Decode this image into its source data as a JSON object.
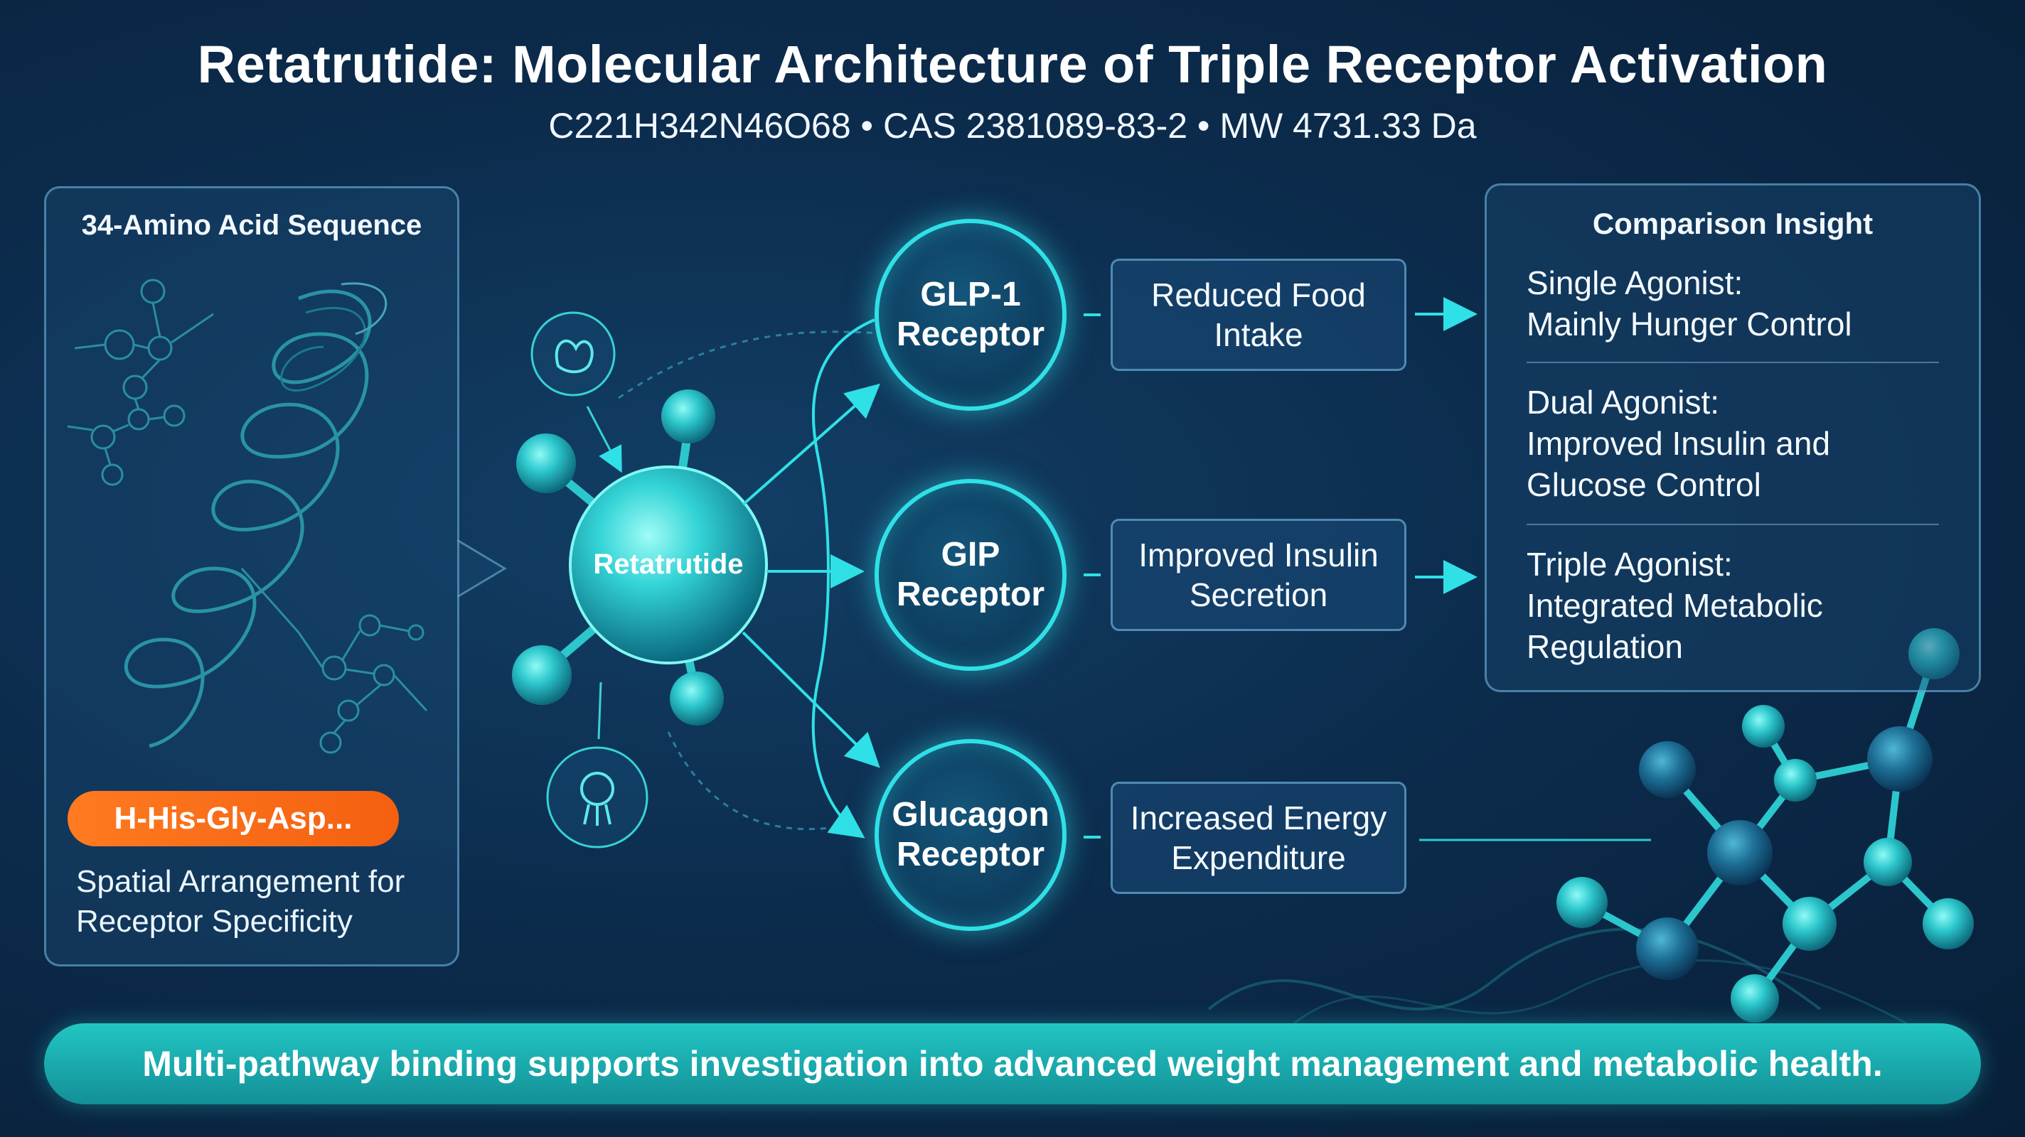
{
  "title": "Retatrutide: Molecular Architecture of Triple Receptor Activation",
  "subtitle": "C221H342N46O68 • CAS 2381089-83-2 • MW 4731.33 Da",
  "left_panel": {
    "heading": "34-Amino Acid Sequence",
    "sequence_tag": "H-His-Gly-Asp...",
    "caption": "Spatial Arrangement for Receptor Specificity"
  },
  "hub": {
    "label": "Retatrutide"
  },
  "receptors": [
    {
      "name": "GLP-1\nReceptor",
      "effect": "Reduced Food\nIntake"
    },
    {
      "name": "GIP\nReceptor",
      "effect": "Improved Insulin\nSecretion"
    },
    {
      "name": "Glucagon\nReceptor",
      "effect": "Increased Energy\nExpenditure"
    }
  ],
  "comparison": {
    "heading": "Comparison Insight",
    "items": [
      "Single Agonist:\nMainly Hunger Control",
      "Dual Agonist:\nImproved Insulin and\nGlucose Control",
      "Triple Agonist:\nIntegrated Metabolic\nRegulation"
    ]
  },
  "footer": "Multi-pathway binding supports investigation into advanced weight management and metabolic health.",
  "colors": {
    "accent": "#2fe0e6",
    "orange": "#f46010",
    "background": "#0c2c4d",
    "footer": "#1aa9ac"
  },
  "icons": [
    "helix-icon",
    "molecule-icon",
    "receptor-icon",
    "cell-icon"
  ]
}
